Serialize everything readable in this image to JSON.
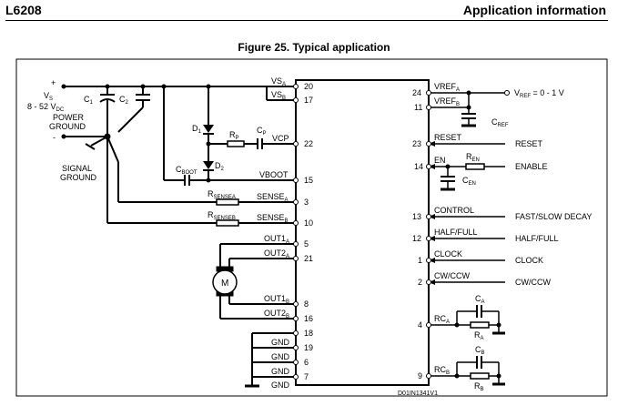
{
  "header": {
    "doc_id": "L6208",
    "section": "Application information"
  },
  "figure": {
    "title": "Figure 25. Typical application",
    "code": "D01IN1341V1"
  },
  "supply": {
    "plus": "+",
    "minus": "-",
    "vs": "V",
    "vs_sub": "S",
    "range": "8 - 52 V",
    "range_sub": "DC",
    "power_ground": [
      "POWER",
      "GROUND"
    ],
    "signal_ground": [
      "SIGNAL",
      "GROUND"
    ]
  },
  "components": {
    "c1": "C",
    "c1_sub": "1",
    "c2": "C",
    "c2_sub": "2",
    "d1": "D",
    "d1_sub": "1",
    "d2": "D",
    "d2_sub": "2",
    "rp": "R",
    "rp_sub": "P",
    "cp": "C",
    "cp_sub": "P",
    "cboot": "C",
    "cboot_sub": "BOOT",
    "rsensea": "R",
    "rsensea_sub": "SENSEA",
    "rsenseb": "R",
    "rsenseb_sub": "SENSEB",
    "motor": "M",
    "cref": "C",
    "cref_sub": "REF",
    "ren": "R",
    "ren_sub": "EN",
    "cen": "C",
    "cen_sub": "EN",
    "ca": "C",
    "ca_sub": "A",
    "ra": "R",
    "ra_sub": "A",
    "cb": "C",
    "cb_sub": "B",
    "rb": "R",
    "rb_sub": "B"
  },
  "left_pins": [
    {
      "label": "VS",
      "sub": "A",
      "num": "20"
    },
    {
      "label": "VS",
      "sub": "B",
      "num": "17"
    },
    {
      "label": "VCP",
      "sub": "",
      "num": "22"
    },
    {
      "label": "VBOOT",
      "sub": "",
      "num": "15"
    },
    {
      "label": "SENSE",
      "sub": "A",
      "num": "3"
    },
    {
      "label": "SENSE",
      "sub": "B",
      "num": "10"
    },
    {
      "label": "OUT1",
      "sub": "A",
      "num": "5"
    },
    {
      "label": "OUT2",
      "sub": "A",
      "num": "21"
    },
    {
      "label": "OUT1",
      "sub": "B",
      "num": "8"
    },
    {
      "label": "OUT2",
      "sub": "B",
      "num": "16"
    },
    {
      "label": "",
      "sub": "",
      "num": "18"
    },
    {
      "label": "GND",
      "sub": "",
      "num": "19"
    },
    {
      "label": "GND",
      "sub": "",
      "num": "6"
    },
    {
      "label": "GND",
      "sub": "",
      "num": "7"
    }
  ],
  "gnd_labels": [
    "GND",
    "GND",
    "GND",
    "GND"
  ],
  "right_pins": [
    {
      "label": "VREF",
      "sub": "A",
      "num": "24"
    },
    {
      "label": "VREF",
      "sub": "B",
      "num": "11"
    },
    {
      "label": "RESET",
      "sub": "",
      "num": "23"
    },
    {
      "label": "EN",
      "sub": "",
      "num": "14"
    },
    {
      "label": "CONTROL",
      "sub": "",
      "num": "13"
    },
    {
      "label": "HALF/FULL",
      "sub": "",
      "num": "12"
    },
    {
      "label": "CLOCK",
      "sub": "",
      "num": "1"
    },
    {
      "label": "CW/CCW",
      "sub": "",
      "num": "2"
    },
    {
      "label": "RC",
      "sub": "A",
      "num": "4"
    },
    {
      "label": "RC",
      "sub": "B",
      "num": "9"
    }
  ],
  "signals": {
    "vref_label": "V",
    "vref_sub": "REF",
    "vref_range": " = 0 - 1 V",
    "reset": "RESET",
    "enable": "ENABLE",
    "control": "FAST/SLOW DECAY",
    "half_full": "HALF/FULL",
    "clock": "CLOCK",
    "cw_ccw": "CW/CCW"
  }
}
